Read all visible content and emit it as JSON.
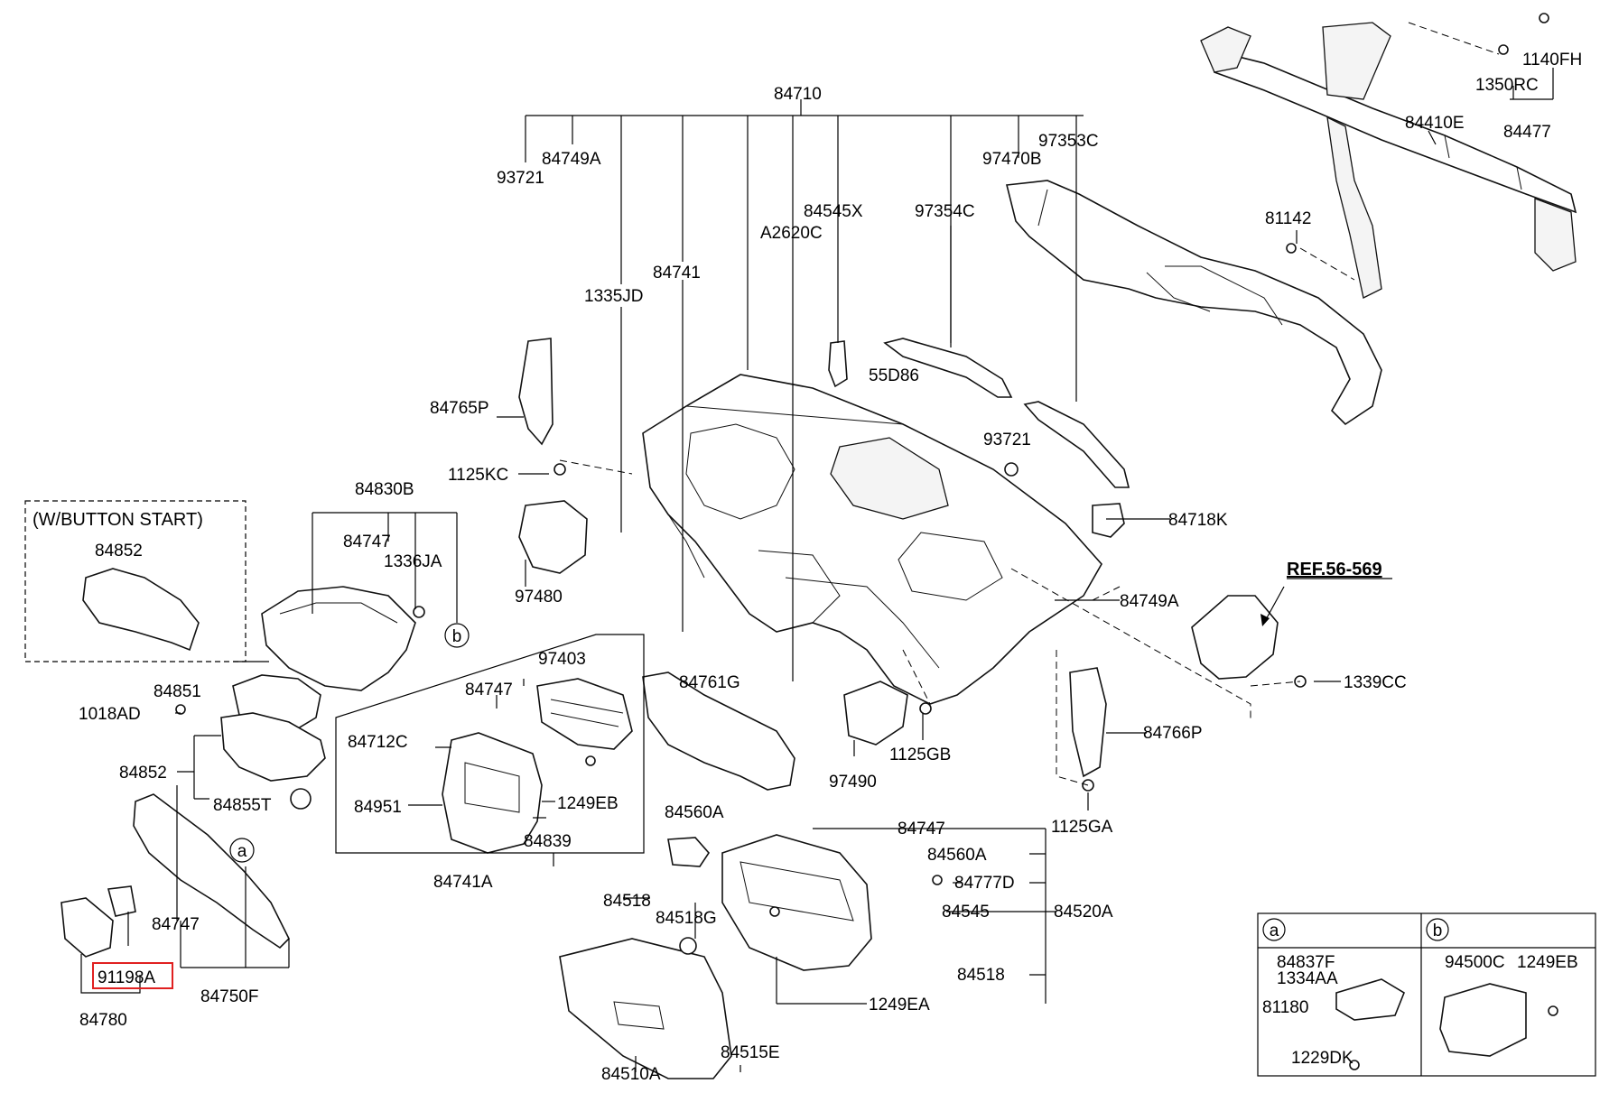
{
  "variant_box": {
    "title": "(W/BUTTON START)",
    "part": "84852"
  },
  "reference": "REF.56-569",
  "highlighted_part": "91198A",
  "highlight_color": "#e02020",
  "callouts": {
    "a": "a",
    "b": "b"
  },
  "legend": {
    "a": {
      "letter": "a",
      "parts": [
        "84837F",
        "1334AA",
        "81180",
        "1229DK"
      ]
    },
    "b": {
      "letter": "b",
      "parts": [
        "94500C",
        "1249EB"
      ]
    }
  },
  "labels": {
    "l84710": "84710",
    "l93721a": "93721",
    "l84749a1": "84749A",
    "l1335jd": "1335JD",
    "l84741": "84741",
    "l84545x": "84545X",
    "la2620c": "A2620C",
    "l97354c": "97354C",
    "l97470b": "97470B",
    "l97353c": "97353C",
    "l1140fh": "1140FH",
    "l1350rc": "1350RC",
    "l84477": "84477",
    "l84410e": "84410E",
    "l81142": "81142",
    "l84765p": "84765P",
    "l55d86": "55D86",
    "l93721b": "93721",
    "l1125kc": "1125KC",
    "l84718k": "84718K",
    "l84830b": "84830B",
    "l84747a": "84747",
    "l1336ja": "1336JA",
    "l97480": "97480",
    "l84749a2": "84749A",
    "l84851": "84851",
    "l1018ad": "1018AD",
    "l84852": "84852",
    "l84855t": "84855T",
    "l97403": "97403",
    "l84747b": "84747",
    "l84712c": "84712C",
    "l84951": "84951",
    "l1249eb": "1249EB",
    "l84839": "84839",
    "l84741a": "84741A",
    "l84761g": "84761G",
    "l97490": "97490",
    "l1125gb": "1125GB",
    "l84766p": "84766P",
    "l1339cc": "1339CC",
    "l1125ga": "1125GA",
    "l84560a1": "84560A",
    "l84747c": "84747",
    "l84560a2": "84560A",
    "l84777d": "84777D",
    "l84545": "84545",
    "l84520a": "84520A",
    "l84518a": "84518",
    "l84518g": "84518G",
    "l84518b": "84518",
    "l1249ea": "1249EA",
    "l84510a": "84510A",
    "l84515e": "84515E",
    "l84747d": "84747",
    "l84750f": "84750F",
    "l84780": "84780"
  }
}
